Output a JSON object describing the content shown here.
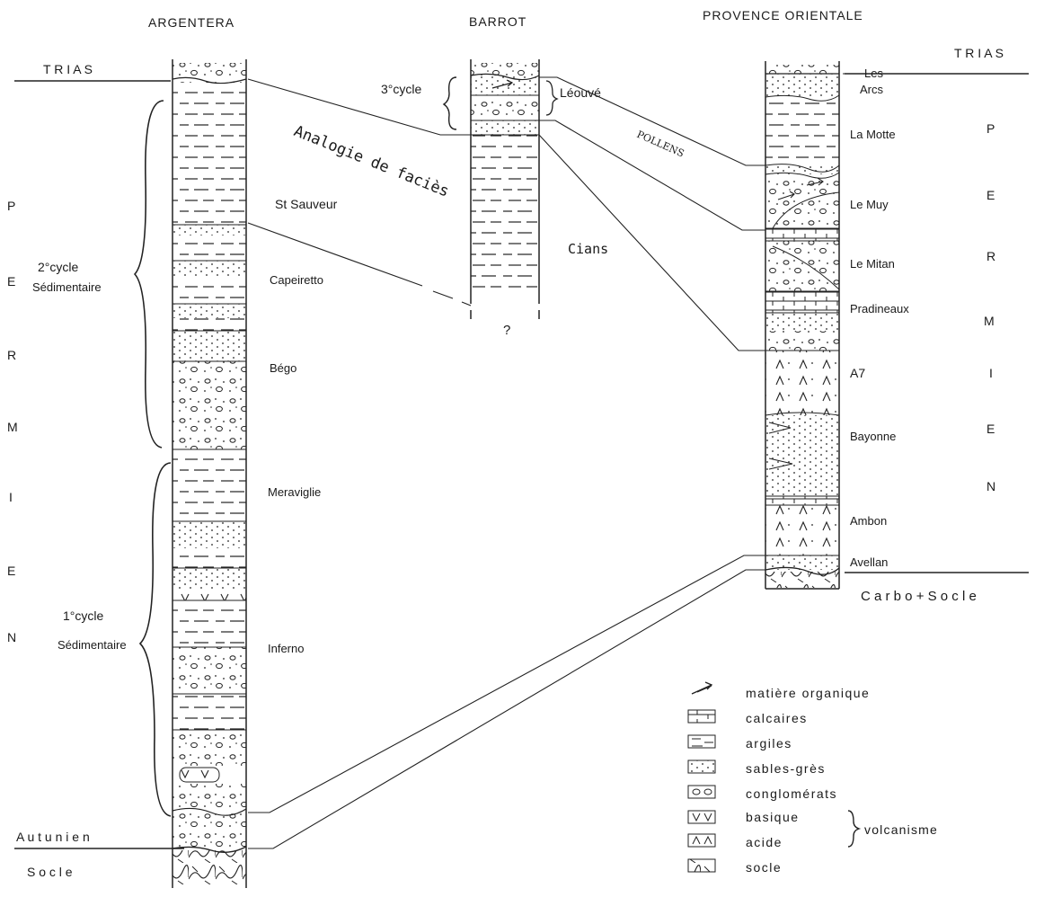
{
  "columns": {
    "argentera": "ARGENTERA",
    "barrot": "BARROT",
    "provence": "PROVENCE ORIENTALE"
  },
  "boundaries": {
    "trias_left": "T R I A S",
    "trias_right": "T R I A S",
    "autunien": "A u t u n i e n",
    "socle": "S o c l e",
    "carbo_socle": "C a r b o + S o c l e"
  },
  "permien_letters": [
    "P",
    "E",
    "R",
    "M",
    "I",
    "E",
    "N"
  ],
  "cycles": {
    "second_line1": "2°cycle",
    "second_line2": "Sédimentaire",
    "first_line1": "1°cycle",
    "first_line2": "Sédimentaire",
    "third": "3°cycle"
  },
  "argentera_units": {
    "st_sauveur": "St Sauveur",
    "capeiretto": "Capeiretto",
    "bego": "Bégo",
    "meraviglie": "Meraviglie",
    "inferno": "Inferno"
  },
  "barrot_units": {
    "leouve": "Léouvé",
    "cians": "Cians",
    "question": "?"
  },
  "provence_units": {
    "les": "Les",
    "arcs": "Arcs",
    "la_motte": "La Motte",
    "le_muy": "Le Muy",
    "le_mitan": "Le Mitan",
    "pradineaux": "Pradineaux",
    "a7": "A7",
    "bayonne": "Bayonne",
    "ambon": "Ambon",
    "avellan": "Avellan"
  },
  "annotations": {
    "analogie": "Analogie de faciès",
    "pollens": "POLLENS"
  },
  "legend": [
    {
      "icon": "organic-matter-icon",
      "label": "matière organique"
    },
    {
      "icon": "limestone-icon",
      "label": "calcaires"
    },
    {
      "icon": "clay-icon",
      "label": "argiles"
    },
    {
      "icon": "sandstone-icon",
      "label": "sables-grès"
    },
    {
      "icon": "conglomerate-icon",
      "label": "conglomérats"
    },
    {
      "icon": "basic-volcanic-icon",
      "label": "basique"
    },
    {
      "icon": "acid-volcanic-icon",
      "label": "acide"
    },
    {
      "icon": "basement-icon",
      "label": "socle"
    }
  ],
  "legend_group": "volcanisme"
}
